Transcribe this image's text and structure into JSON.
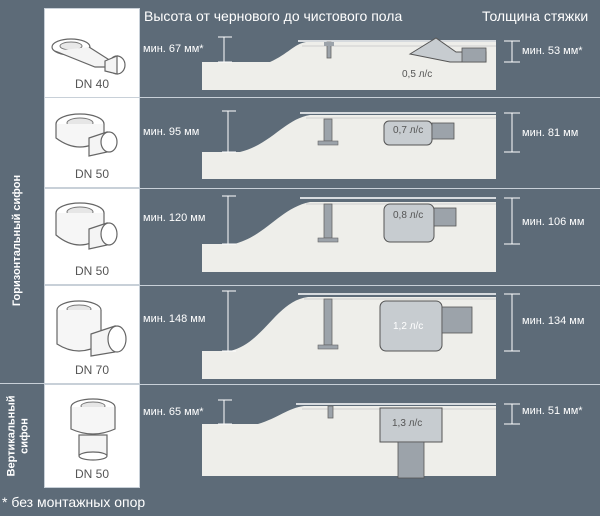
{
  "header": {
    "left": "Высота от чернового до чистового пола",
    "right": "Толщина стяжки"
  },
  "groups": [
    {
      "label_line1": "Горизонтальный сифон",
      "label_line2": ""
    },
    {
      "label_line1": "Вертикальный",
      "label_line2": "сифон"
    }
  ],
  "rows": [
    {
      "dn": "DN 40",
      "height": "мин. 67 мм*",
      "screed": "мин. 53 мм*",
      "flow": "0,5 л/с"
    },
    {
      "dn": "DN 50",
      "height": "мин. 95 мм",
      "screed": "мин. 81 мм",
      "flow": "0,7 л/с"
    },
    {
      "dn": "DN 50",
      "height": "мин. 120 мм",
      "screed": "мин. 106 мм",
      "flow": "0,8 л/с"
    },
    {
      "dn": "DN 70",
      "height": "мин. 148 мм",
      "screed": "мин. 134 мм",
      "flow": "1,2 л/с"
    },
    {
      "dn": "DN 50",
      "height": "мин. 65 мм*",
      "screed": "мин. 51 мм*",
      "flow": "1,3 л/с"
    }
  ],
  "footnote": "* без монтажных опор",
  "colors": {
    "background": "#5d6b78",
    "screed": "#eeeeea",
    "fitting": "#9ca3aa",
    "divider": "#c8d0d8"
  }
}
